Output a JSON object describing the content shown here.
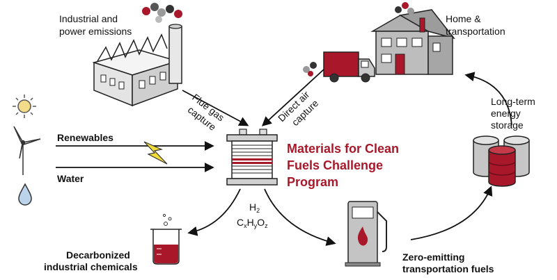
{
  "labels": {
    "industrial": [
      "Industrial  and",
      "power emissions"
    ],
    "home": [
      "Home &",
      "transportation"
    ],
    "flue": [
      "Flue gas",
      "capture"
    ],
    "direct_air": [
      "Direct air",
      "capture"
    ],
    "storage": [
      "Long-term",
      "energy",
      "storage"
    ],
    "renewables": "Renewables",
    "water": "Water",
    "title": [
      "Materials for Clean",
      "Fuels Challenge",
      "Program"
    ],
    "h2": "H",
    "h2_sub": "2",
    "chem": {
      "c": "C",
      "x": "x",
      "h": "H",
      "y": "y",
      "o": "O",
      "z": "z"
    },
    "decarbonized": [
      "Decarbonized",
      "industrial chemicals"
    ],
    "fuels": [
      "Zero-emitting",
      "transportation fuels"
    ]
  },
  "colors": {
    "accent": "#a8182a",
    "dark": "#222222",
    "gray": "#9a9a9a",
    "light_gray": "#d0d0d0",
    "sun": "#f2dc8a",
    "water_drop": "#bcd3ec",
    "bolt": "#f2dc3a"
  },
  "icons": [
    "factory-icon",
    "house-icon",
    "truck-icon",
    "sun-icon",
    "wind-turbine-icon",
    "water-drop-icon",
    "lightning-icon",
    "electrolyzer-icon",
    "beaker-icon",
    "fuel-pump-icon",
    "storage-tanks-icon",
    "smoke-icon"
  ]
}
